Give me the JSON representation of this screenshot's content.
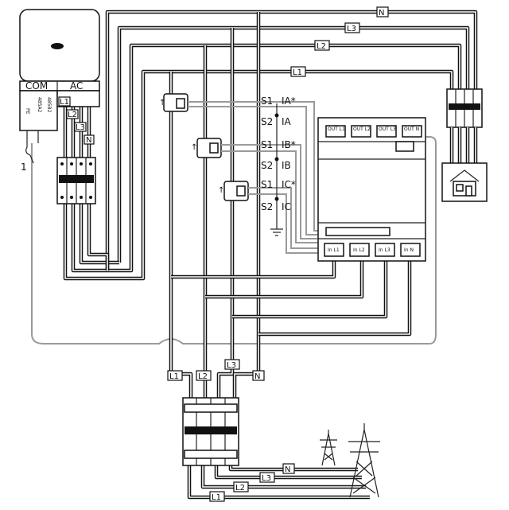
{
  "inverter": {
    "com_label": "COM",
    "ac_label": "AC",
    "com_pins": [
      "PE",
      "485A2",
      "485B2"
    ],
    "ac_pins": [
      "L1",
      "L2",
      "L3",
      "N"
    ]
  },
  "callout_number": "1",
  "top_lines": {
    "n": "N",
    "l3": "L3",
    "l2": "L2",
    "l1": "L1"
  },
  "ct_terminals": [
    {
      "s": "S1",
      "i": "IA*"
    },
    {
      "s": "S2",
      "i": "IA"
    },
    {
      "s": "S1",
      "i": "IB*"
    },
    {
      "s": "S2",
      "i": "IB"
    },
    {
      "s": "S1",
      "i": "IC*"
    },
    {
      "s": "S2",
      "i": "IC"
    }
  ],
  "meter": {
    "out_terminals": [
      "OUT L1",
      "OUT L2",
      "OUT L3",
      "OUT N"
    ],
    "in_terminals": [
      "In L1",
      "In L2",
      "In L3",
      "In N"
    ]
  },
  "grid_lines": {
    "l1": "L1",
    "l2": "L2",
    "l3": "L3",
    "n": "N"
  },
  "bottom_lines": {
    "n": "N",
    "l3": "L3",
    "l2": "L2",
    "l1": "L1"
  }
}
